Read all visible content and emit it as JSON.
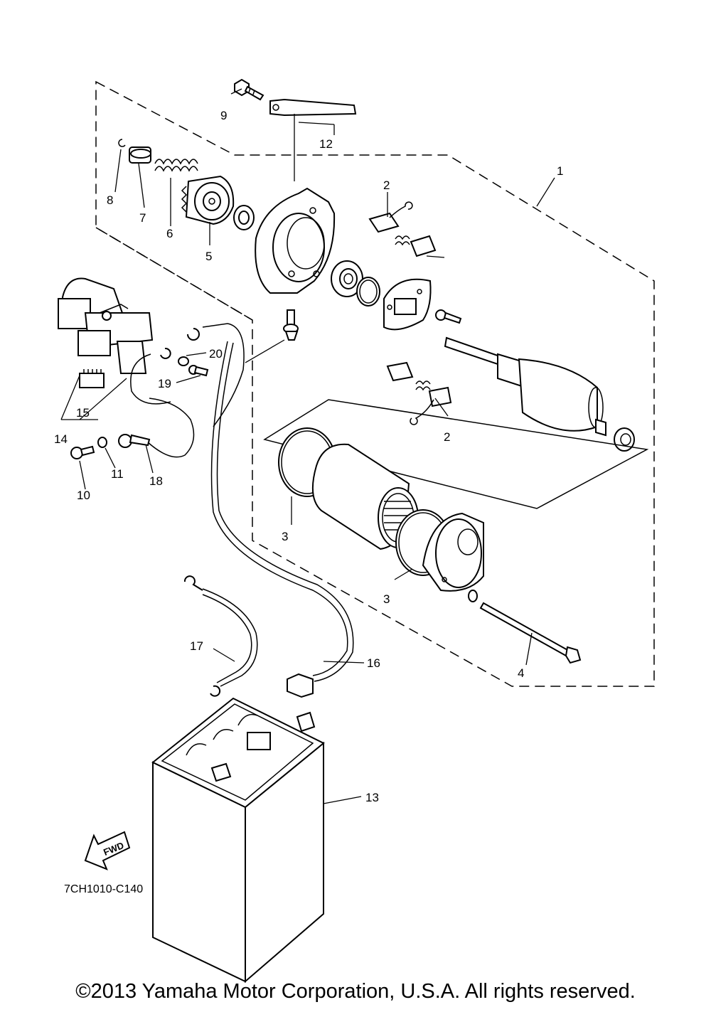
{
  "diagram": {
    "diagram_code": "7CH1010-C140",
    "fwd_label": "FWD",
    "copyright": "©2013 Yamaha Motor Corporation, U.S.A. All rights reserved.",
    "callouts": {
      "c1": "1",
      "c2a": "2",
      "c2b": "2",
      "c3a": "3",
      "c3b": "3",
      "c4": "4",
      "c5": "5",
      "c6": "6",
      "c7": "7",
      "c8": "8",
      "c9": "9",
      "c10": "10",
      "c11": "11",
      "c12": "12",
      "c13": "13",
      "c14": "14",
      "c15": "15",
      "c16": "16",
      "c17": "17",
      "c18": "18",
      "c19": "19",
      "c20": "20"
    }
  }
}
